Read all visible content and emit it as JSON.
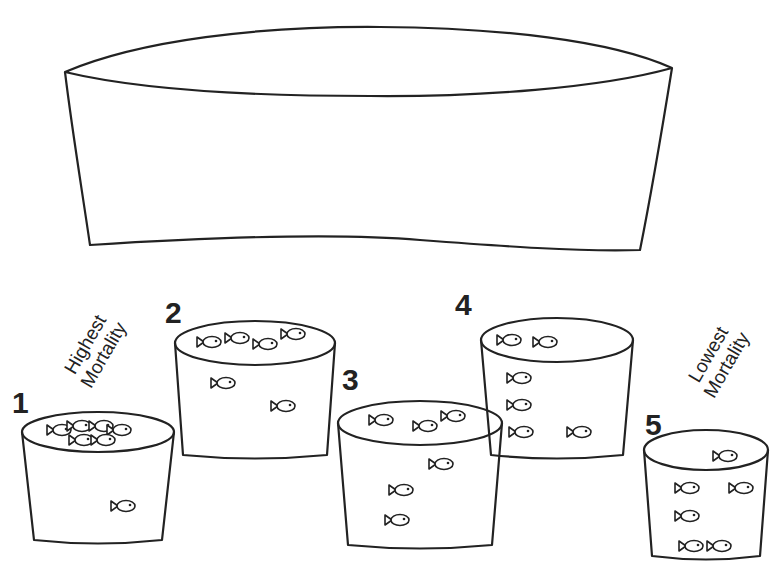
{
  "diagram": {
    "nodes": [
      {
        "text": [
          "1"
        ]
      },
      {
        "text": [
          "2"
        ]
      },
      {
        "text": [
          "3"
        ]
      },
      {
        "text": [
          "4"
        ]
      },
      {
        "text": [
          "5"
        ]
      }
    ],
    "labels": [
      "Highest Mortality",
      "Lowest Mortality"
    ]
  }
}
